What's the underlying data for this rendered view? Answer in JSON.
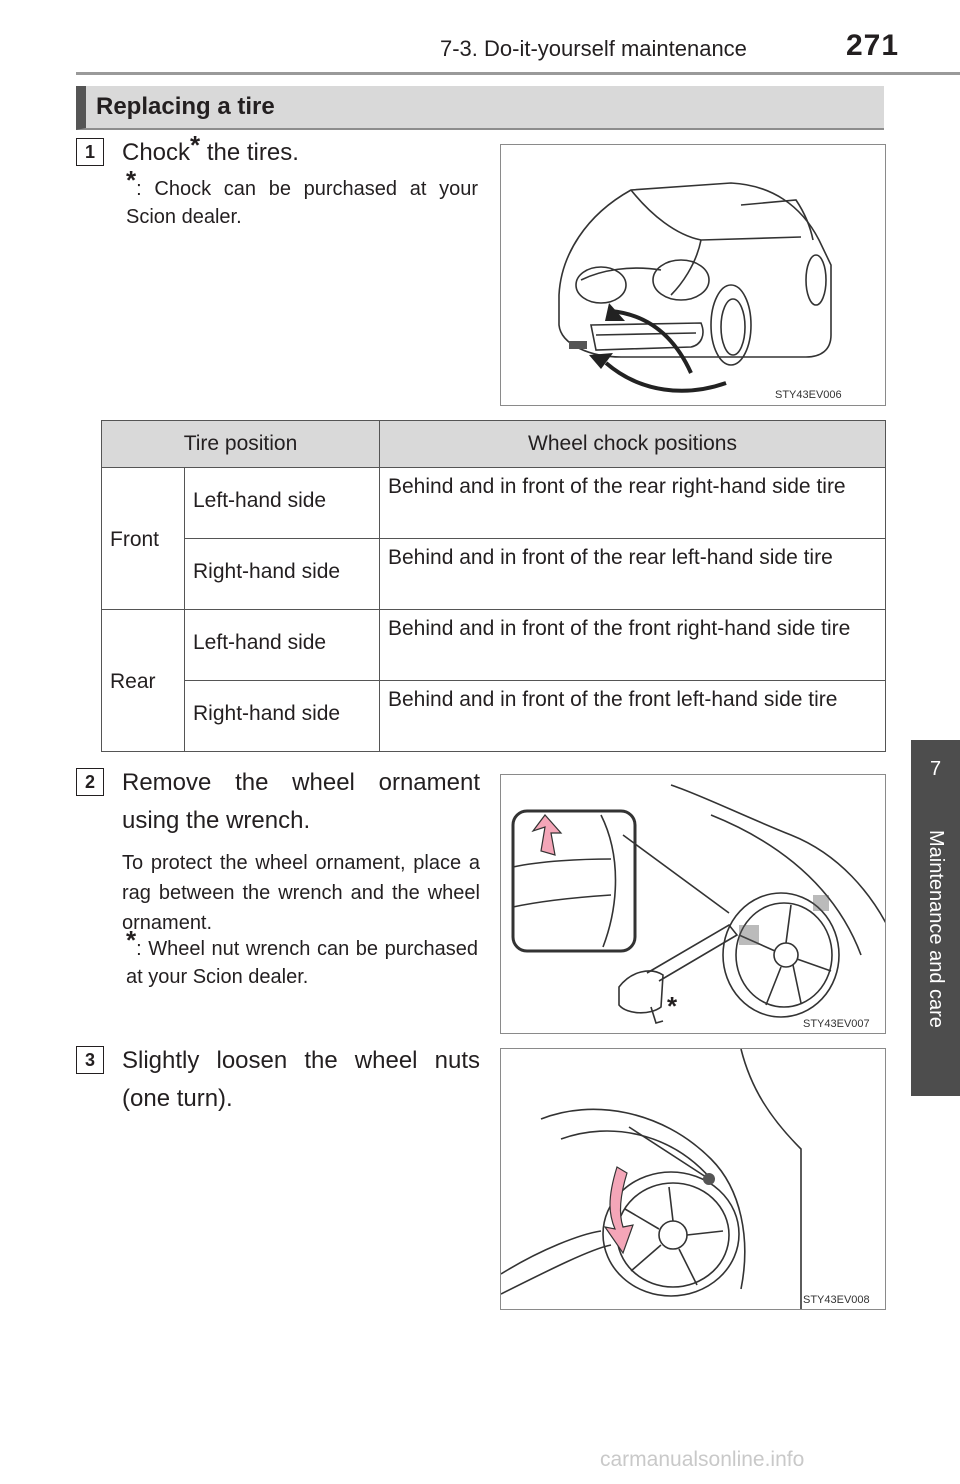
{
  "header": {
    "section_title": "7-3. Do-it-yourself maintenance",
    "page_number": "271"
  },
  "section": {
    "title": "Replacing a tire"
  },
  "steps": [
    {
      "number": "1",
      "text_prefix": "Chock",
      "text_suffix": " the tires.",
      "note": ": Chock can be purchased at your Scion dealer.",
      "figure_code": "STY43EV006"
    },
    {
      "number": "2",
      "text": "Remove the wheel ornament using the wrench.",
      "subtext": "To protect the wheel ornament, place a rag between the wrench and the wheel ornament.",
      "note": ": Wheel nut wrench can be purchased at your Scion dealer.",
      "figure_code": "STY43EV007"
    },
    {
      "number": "3",
      "text": "Slightly loosen the wheel nuts (one turn).",
      "figure_code": "STY43EV008"
    }
  ],
  "asterisk": "*",
  "table": {
    "headers": [
      "Tire position",
      "Wheel chock positions"
    ],
    "groups": [
      {
        "position": "Front",
        "rows": [
          {
            "side": "Left-hand side",
            "chock": "Behind and in front of the rear right-hand side tire"
          },
          {
            "side": "Right-hand side",
            "chock": "Behind and in front of the rear left-hand side tire"
          }
        ]
      },
      {
        "position": "Rear",
        "rows": [
          {
            "side": "Left-hand side",
            "chock": "Behind and in front of the front right-hand side tire"
          },
          {
            "side": "Right-hand side",
            "chock": "Behind and in front of the front left-hand side tire"
          }
        ]
      }
    ]
  },
  "side_tab": {
    "number": "7",
    "label": "Maintenance and care"
  },
  "watermark": "carmanualsonline.info",
  "colors": {
    "tab": "#4d4d4d",
    "header_fill": "#d9d9d9",
    "arrow_pink": "#f4a6b8"
  }
}
